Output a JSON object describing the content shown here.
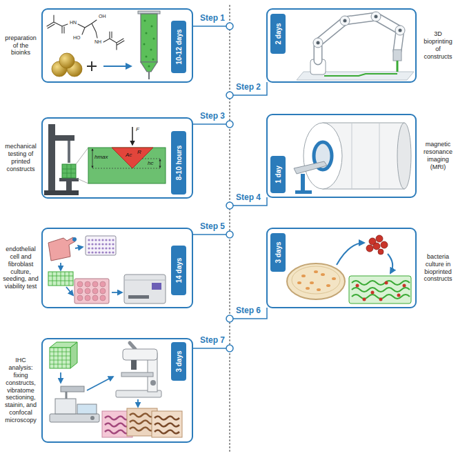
{
  "diagram": {
    "nodes": [
      {
        "text": [
          "preparation of the bioinks"
        ]
      },
      {
        "text": [
          "10-12 days"
        ],
        "in": 0
      },
      {
        "text": [
          "3D bioprinting of constructs"
        ]
      },
      {
        "text": [
          "2 days"
        ],
        "in": 2
      },
      {
        "text": [
          "mechanical testing of printed constructs"
        ]
      },
      {
        "text": [
          "8-10 hours"
        ],
        "in": 4
      },
      {
        "text": [
          "magnetic resonance imaging (MRI)"
        ]
      },
      {
        "text": [
          "1 day"
        ],
        "in": 6
      },
      {
        "text": [
          "endothelial cell and fibroblast culture, seeding, and viability test"
        ]
      },
      {
        "text": [
          "14 days"
        ],
        "in": 8
      },
      {
        "text": [
          "bacteria culture in bioprinted constructs"
        ]
      },
      {
        "text": [
          "3 days"
        ],
        "in": 10
      },
      {
        "text": [
          "IHC analysis: fixing constructs, vibratome sectioning, stainin, and confocal microscopy"
        ]
      },
      {
        "text": [
          "3 days"
        ],
        "in": 12
      }
    ],
    "labels": [
      "Step 1",
      "Step 2",
      "Step 3",
      "Step 4",
      "Step 5",
      "Step 6",
      "Step 7",
      "HN",
      "OH",
      "HO",
      "NH",
      "F",
      "hmax",
      "R",
      "Ac",
      "hc"
    ]
  }
}
